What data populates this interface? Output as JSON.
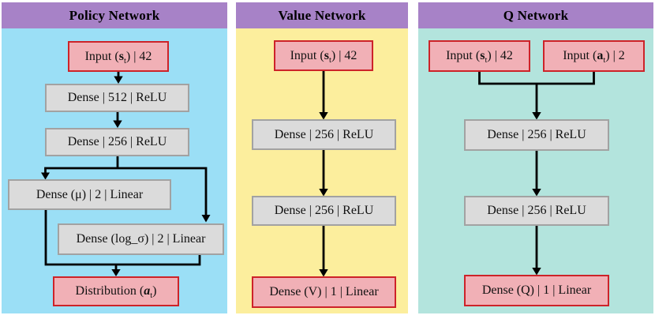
{
  "colors": {
    "page_bg": "#ffffff",
    "header_bg": "#a782c7",
    "policy_bg": "#9bdff6",
    "value_bg": "#fcee9d",
    "q_bg": "#b3e4dd",
    "io_fill": "#f1b0b6",
    "io_border": "#cd2329",
    "dense_fill": "#dbdbdb",
    "dense_border": "#a2a2a2",
    "arrow": "#000000",
    "text": "#111111"
  },
  "panels": {
    "policy": {
      "title": "Policy Network",
      "nodes": {
        "input_s": {
          "prefix": "Input (",
          "emph": "s",
          "sub": "t",
          "suffix": ") | 42"
        },
        "dense_512": {
          "text": "Dense | 512 | ReLU"
        },
        "dense_256": {
          "text": "Dense | 256 | ReLU"
        },
        "dense_mu": {
          "text": "Dense (μ) | 2 | Linear"
        },
        "dense_log_sigma": {
          "text": "Dense (log_σ) | 2 | Linear"
        },
        "distribution": {
          "prefix": "Distribution (",
          "emph": "a",
          "sub": "t",
          "suffix": ")"
        }
      }
    },
    "value": {
      "title": "Value Network",
      "nodes": {
        "input_s": {
          "prefix": "Input (",
          "emph": "s",
          "sub": "t",
          "suffix": ") | 42"
        },
        "dense_256_1": {
          "text": "Dense | 256 | ReLU"
        },
        "dense_256_2": {
          "text": "Dense | 256 | ReLU"
        },
        "dense_v": {
          "text": "Dense (V) | 1 | Linear"
        }
      }
    },
    "q": {
      "title": "Q Network",
      "nodes": {
        "input_s": {
          "prefix": "Input (",
          "emph": "s",
          "sub": "t",
          "suffix": ") | 42"
        },
        "input_a": {
          "prefix": "Input (",
          "emph": "a",
          "sub": "t",
          "suffix": ") | 2"
        },
        "dense_256_1": {
          "text": "Dense | 256 | ReLU"
        },
        "dense_256_2": {
          "text": "Dense | 256 | ReLU"
        },
        "dense_q": {
          "text": "Dense (Q) | 1 | Linear"
        }
      }
    }
  }
}
